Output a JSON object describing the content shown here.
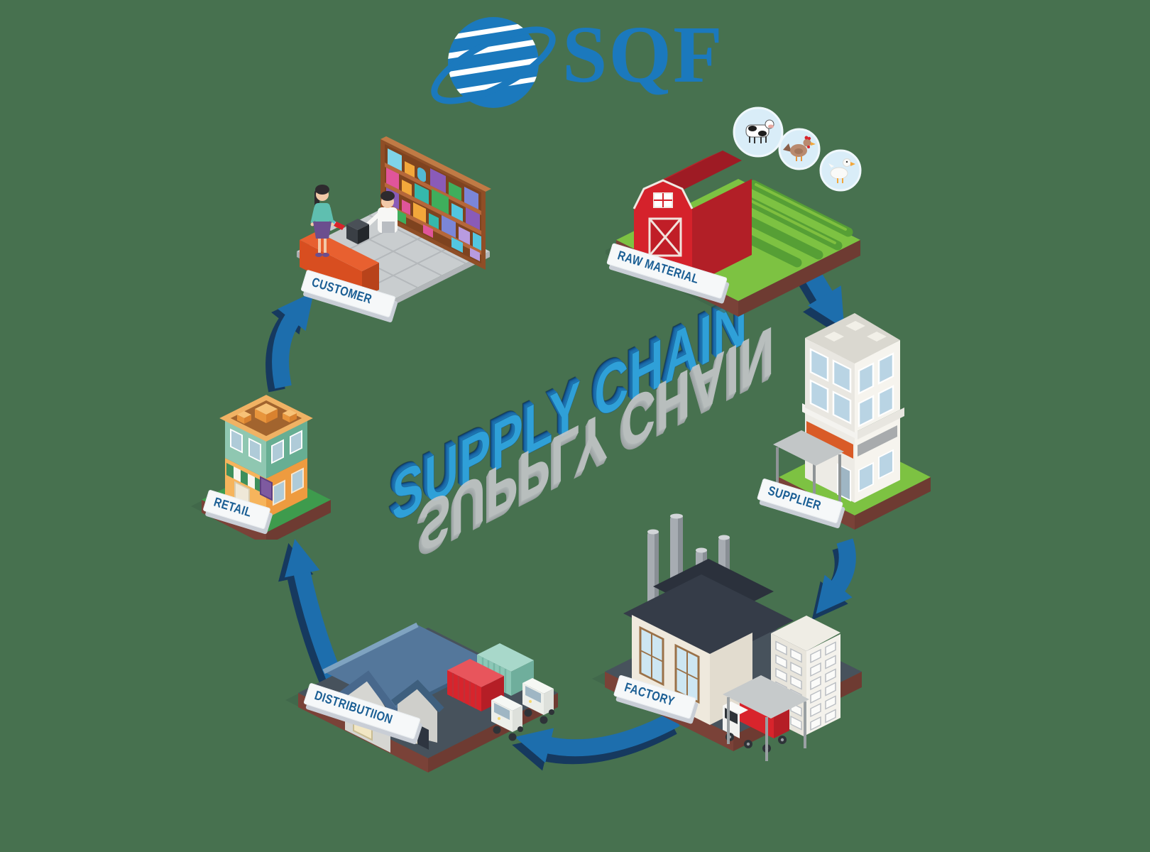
{
  "logo": {
    "text": "SQF",
    "color": "#1B79BD",
    "icon": "globe-orbit"
  },
  "center": {
    "text": "SUPPLY CHAIN",
    "front_color": "#2FA0D8",
    "side_color": "#1C6FAE",
    "reflection_color": "#C2C5C7",
    "style": "isometric-3d-with-reflection"
  },
  "nodes": {
    "raw_material": {
      "label": "RAW MATERIAL",
      "illustration": "barn-farm-with-crops"
    },
    "supplier": {
      "label": "SUPPLIER",
      "illustration": "office-building"
    },
    "factory": {
      "label": "FACTORY",
      "illustration": "factory-with-chimneys-truck"
    },
    "distribution": {
      "label": "DISTRIBUTIION",
      "illustration": "warehouse-containers-trucks"
    },
    "retail": {
      "label": "RETAIL",
      "illustration": "shop-building"
    },
    "customer": {
      "label": "CUSTOMER",
      "illustration": "store-checkout-with-people"
    }
  },
  "farm_badges": [
    {
      "icon": "cow"
    },
    {
      "icon": "hen"
    },
    {
      "icon": "duck"
    }
  ],
  "arrows": {
    "color": "#1D6EAD",
    "shadow_color": "#16395F",
    "connections": [
      "raw-material-to-supplier",
      "supplier-to-factory",
      "factory-to-distribution",
      "distribution-to-retail",
      "retail-to-customer"
    ]
  },
  "palette": {
    "background": "#47714F",
    "platform_green": "#7DC242",
    "platform_gray": "#47525C",
    "platform_base_brown": "#7A4238",
    "barn_red": "#D5222B",
    "label_text": "#1A5E94",
    "plaque": "#F6F8F9"
  }
}
